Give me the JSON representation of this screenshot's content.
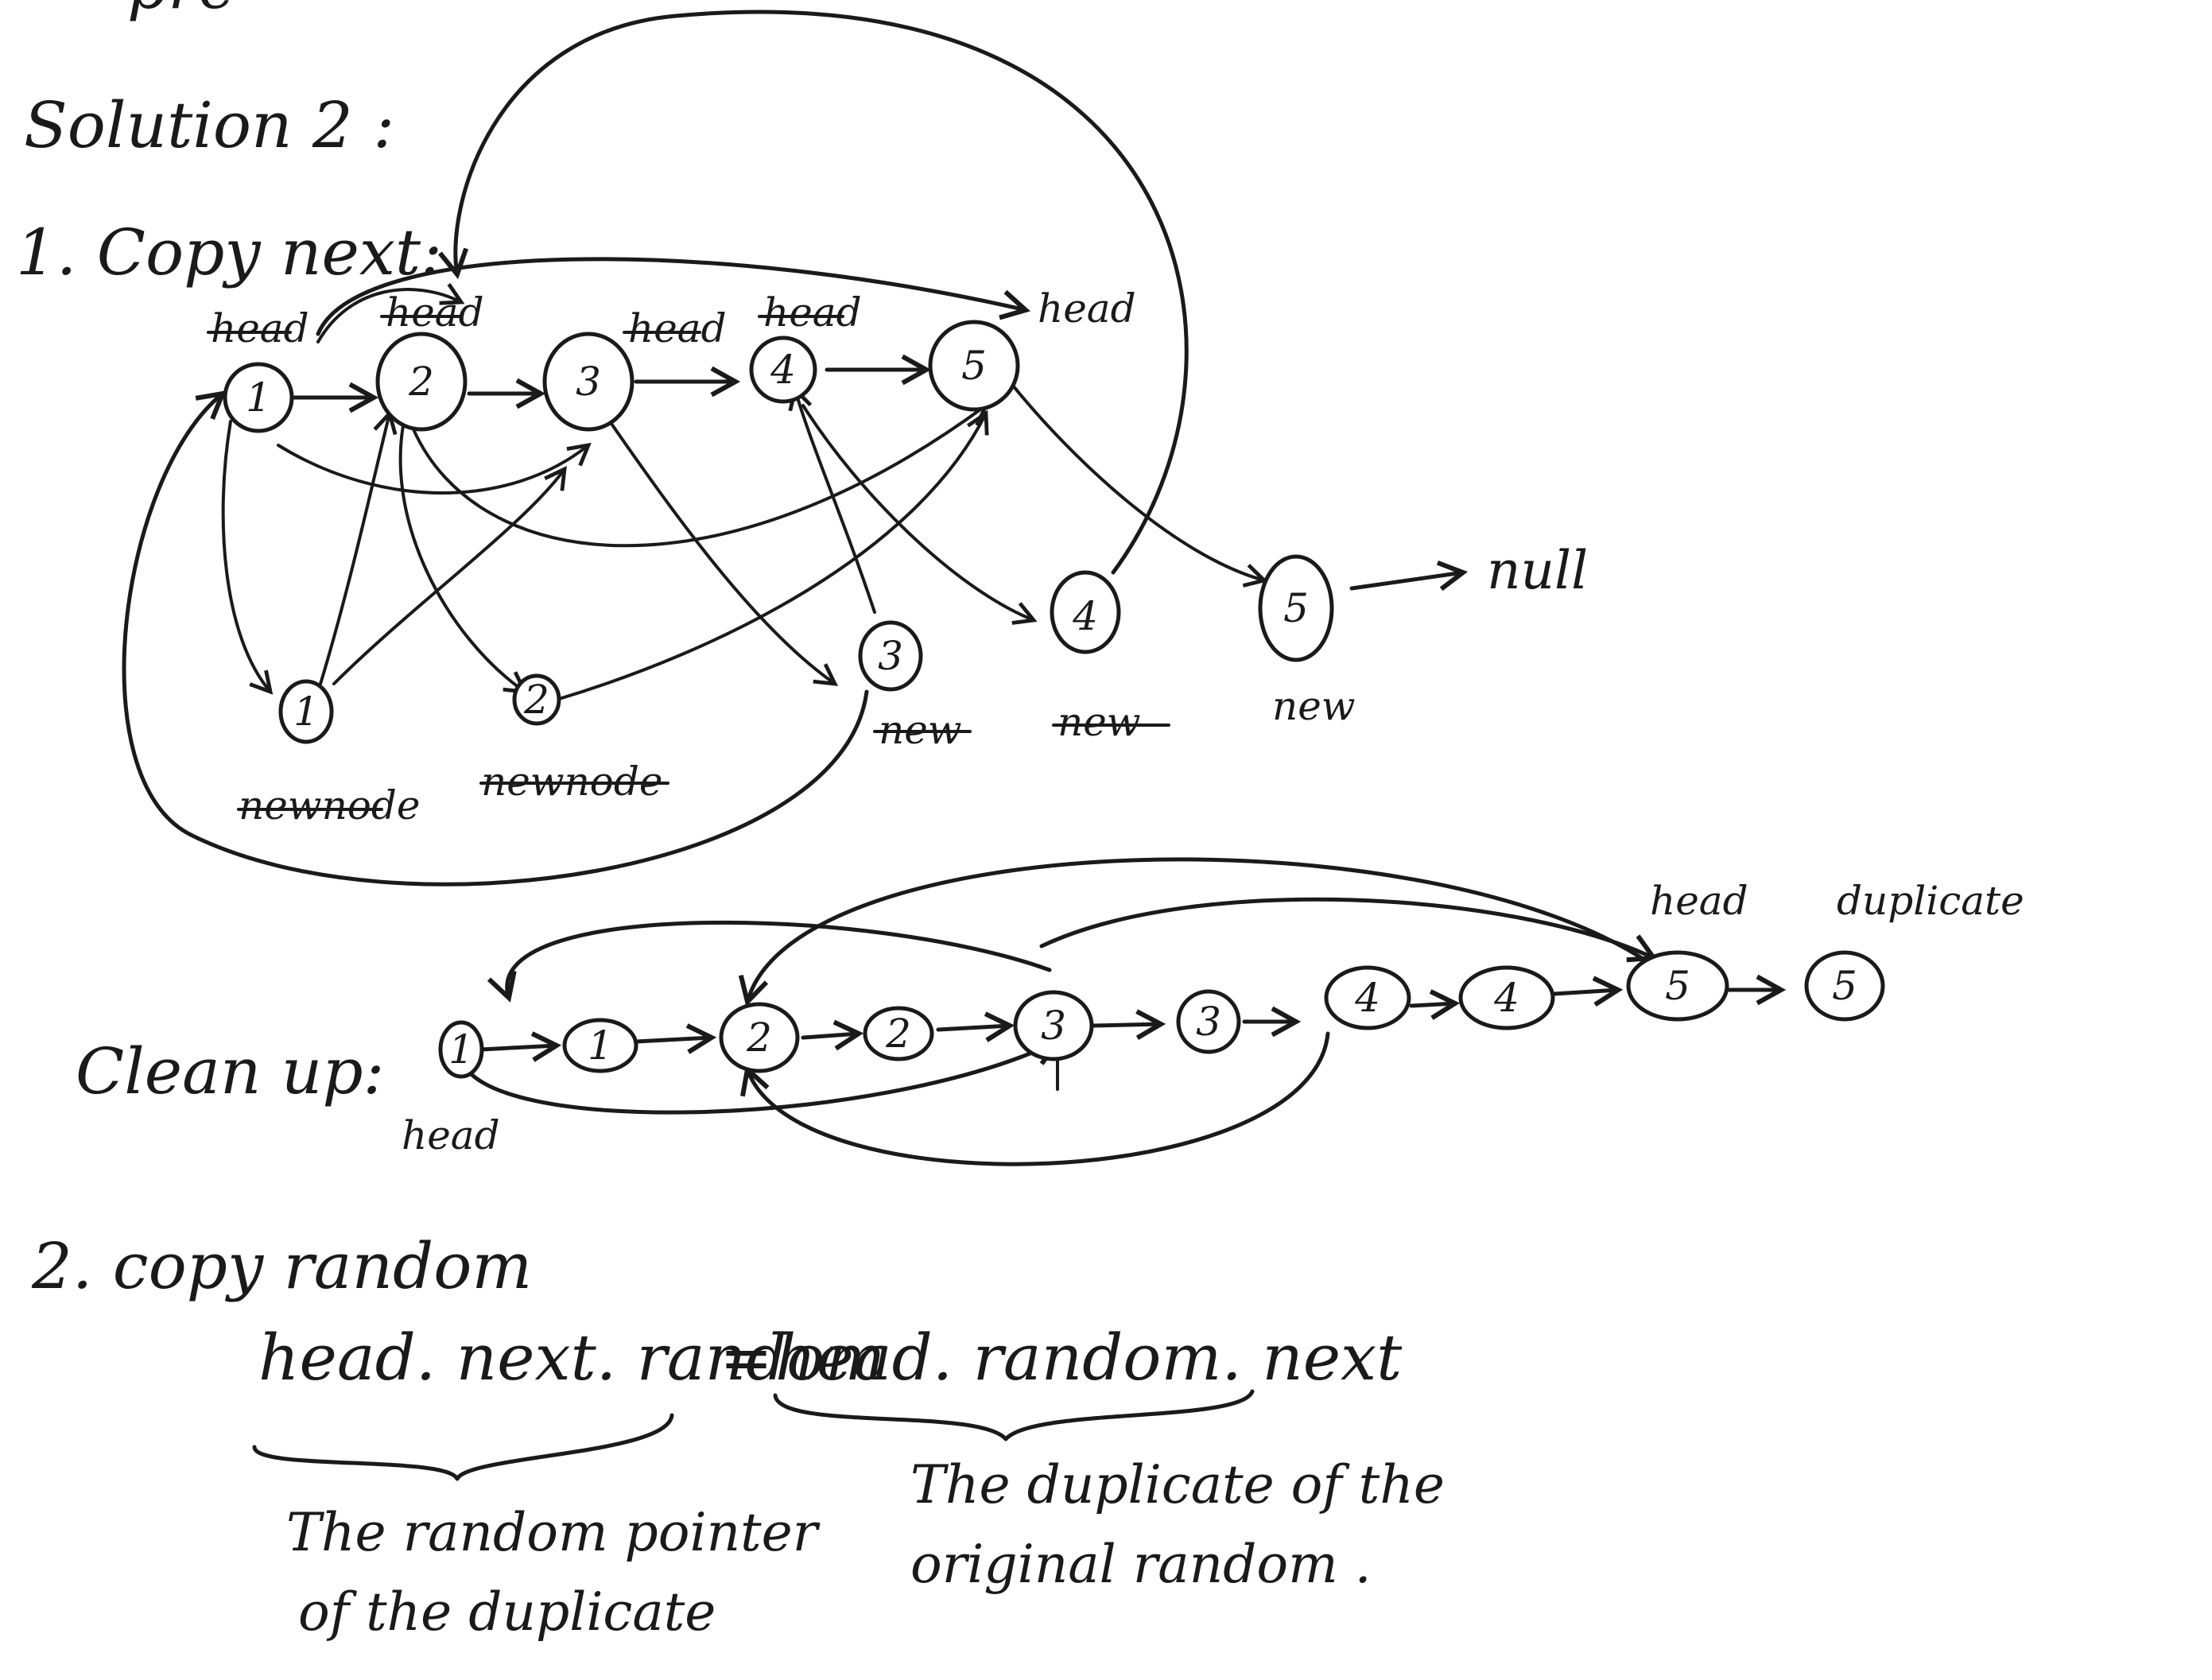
{
  "top_fragment": "pre",
  "title": "Solution 2 :",
  "step1": {
    "label": "1. Copy next:",
    "top_nodes": [
      "1",
      "2",
      "3",
      "4",
      "5"
    ],
    "top_labels": [
      "head",
      "head",
      "head",
      "head",
      "head"
    ],
    "copy_nodes": [
      "1",
      "2",
      "3",
      "4",
      "5"
    ],
    "copy_labels": [
      "newnode",
      "newnode",
      "new",
      "new",
      "new"
    ],
    "null_label": "null"
  },
  "cleanup": {
    "label": "Clean up:",
    "nodes": [
      "1",
      "1",
      "2",
      "2",
      "3",
      "3",
      "4",
      "4",
      "5",
      "5"
    ],
    "head_left": "head",
    "head_right": "head",
    "duplicate": "duplicate"
  },
  "step2": {
    "label": "2. copy random",
    "lhs": "head. next. random",
    "equals": "=",
    "rhs": "head. random. next",
    "lhs_note_line1": "The random pointer",
    "lhs_note_line2": "of the duplicate",
    "rhs_note_line1": "The duplicate of the",
    "rhs_note_line2": "original random ."
  }
}
